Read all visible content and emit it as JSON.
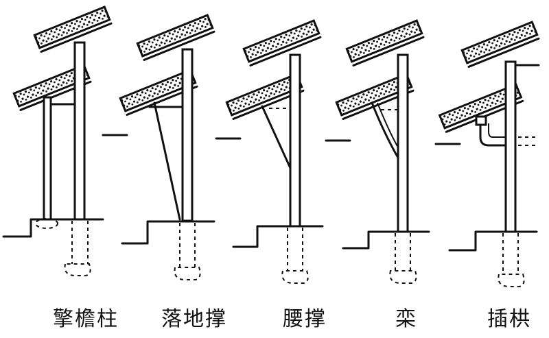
{
  "diagram": {
    "stages": [
      {
        "label": "擎檐柱"
      },
      {
        "label": "落地撑"
      },
      {
        "label": "腰撑"
      },
      {
        "label": "栾"
      },
      {
        "label": "插栱"
      }
    ]
  }
}
